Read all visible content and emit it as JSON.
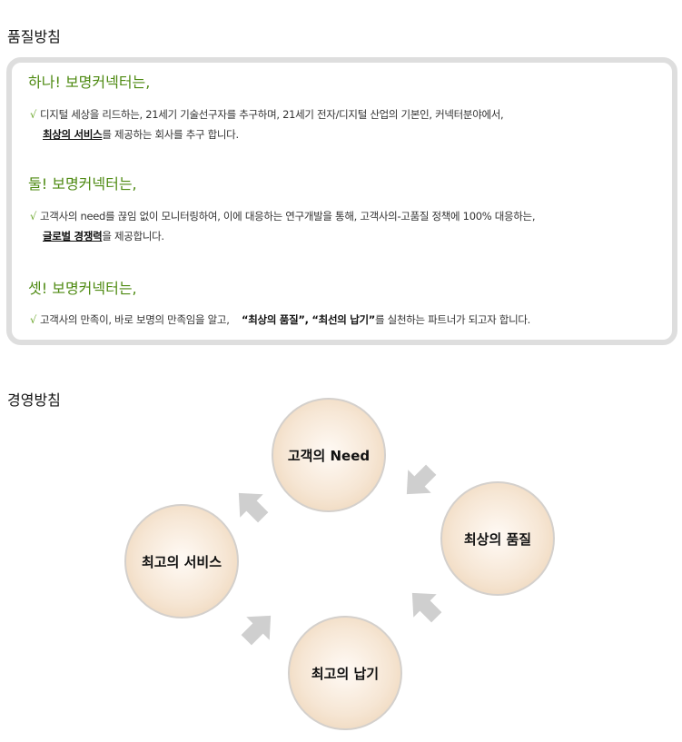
{
  "quality_policy": {
    "title": "품질방침",
    "sections": [
      {
        "heading": "하나! 보명커넥터는,",
        "lines": [
          {
            "pre": "디지털 세상을 리드하는, 21세기 기술선구자를 추구하며, 21세기 전자/디지털 산업의 기본인, 커넥터분야에서,"
          },
          {
            "em": "최상의 서비스",
            "post": "를 제공하는 회사를 추구 합니다."
          }
        ]
      },
      {
        "heading": "둘! 보명커넥터는,",
        "lines": [
          {
            "pre": "고객사의 need를 끊임 없이 모니터링하여, 이에 대응하는 연구개발을 통해, 고객사의-고품질 정책에 100% 대응하는,"
          },
          {
            "em": "글로벌 경쟁력",
            "post": "을 제공합니다."
          }
        ]
      },
      {
        "heading": "셋! 보명커넥터는,",
        "lines": [
          {
            "pre": "고객사의 만족이, 바로 보명의 만족임을 알고,",
            "b1": "“최상의 품질”",
            "sep": ", ",
            "b2": "“최선의 납기”",
            "post": "를 실천하는 파트너가 되고자 합니다."
          }
        ]
      }
    ],
    "check_mark": "√"
  },
  "management_policy": {
    "title": "경영방침",
    "cycle": [
      "고객의 Need",
      "최상의 품질",
      "최고의 납기",
      "최고의 서비스"
    ]
  }
}
